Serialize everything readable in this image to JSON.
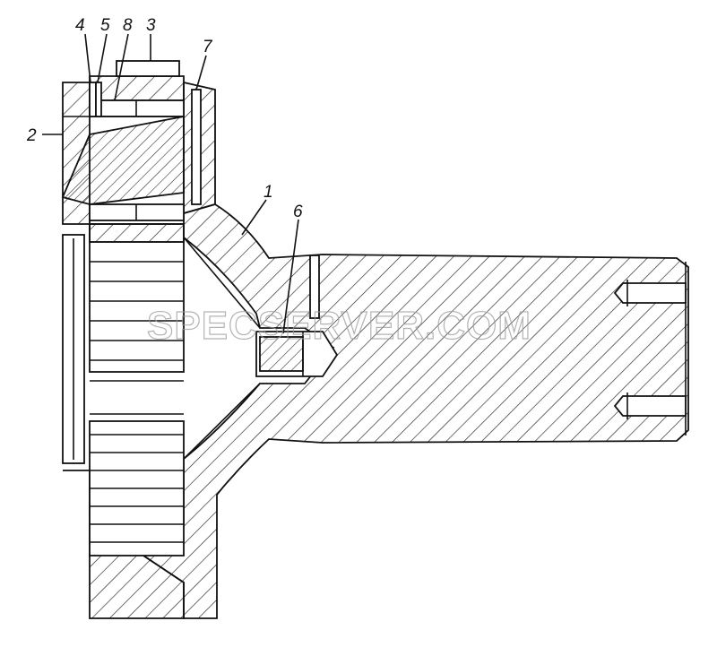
{
  "callouts": {
    "c1": "1",
    "c2": "2",
    "c3": "3",
    "c4": "4",
    "c5": "5",
    "c6": "6",
    "c7": "7",
    "c8": "8"
  },
  "watermark": "SPECSERVER.COM",
  "colors": {
    "line": "#111111",
    "hatch": "#222222",
    "watermark": "#9a9a9a",
    "background": "#ffffff"
  }
}
